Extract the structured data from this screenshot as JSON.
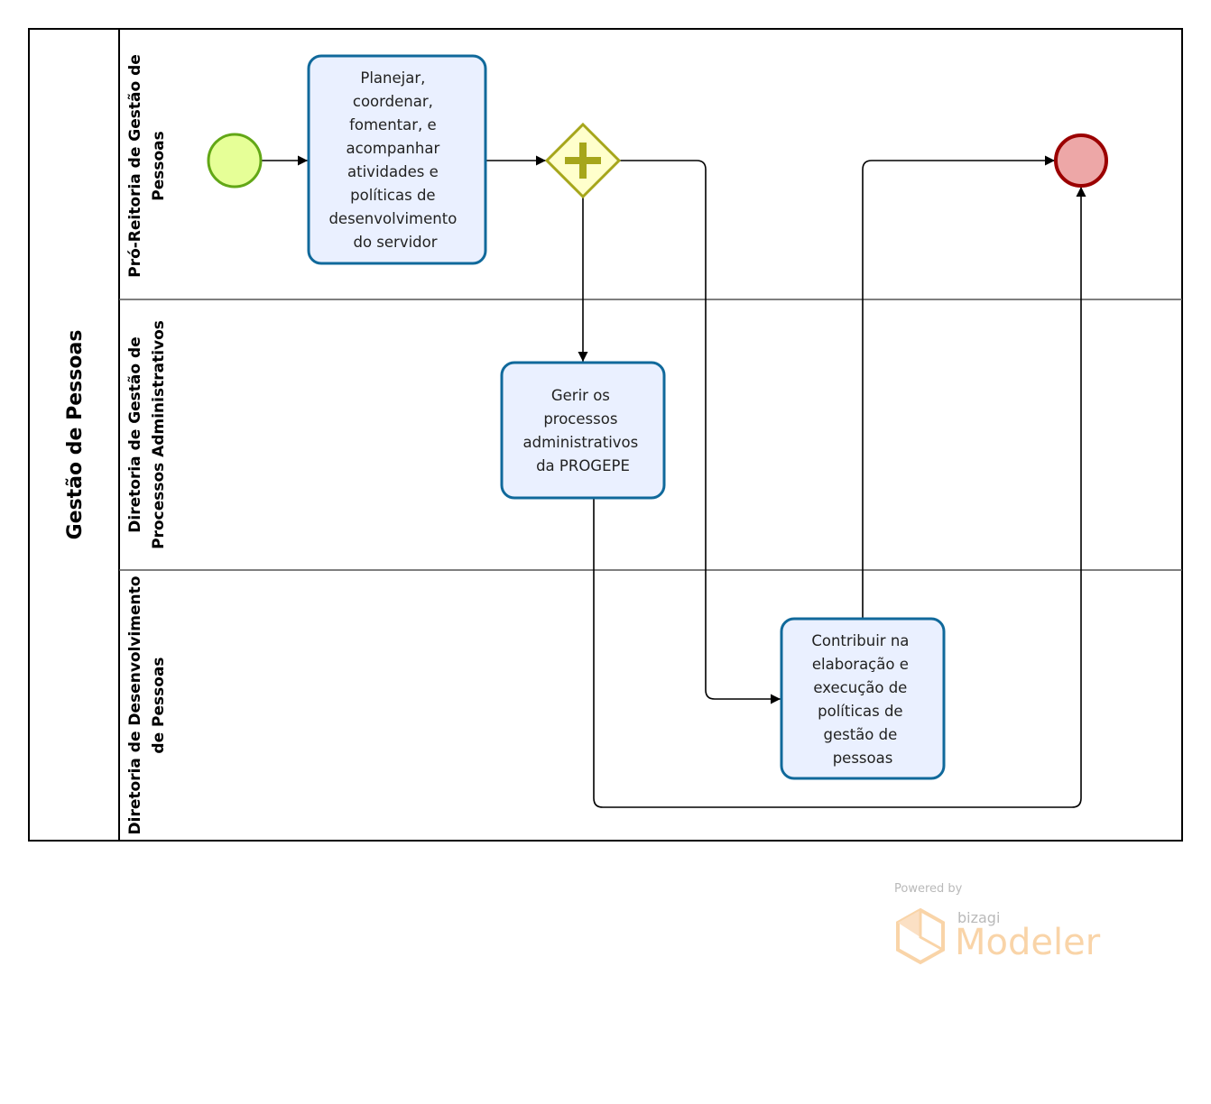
{
  "pool": {
    "title": "Gestão de Pessoas"
  },
  "lanes": [
    {
      "lines": [
        "Pró-Reitoria de Gestão de",
        "Pessoas"
      ]
    },
    {
      "lines": [
        "Diretoria de Gestão de",
        "Processos Administrativos"
      ]
    },
    {
      "lines": [
        "Diretoria de Desenvolvimento",
        "de Pessoas"
      ]
    }
  ],
  "tasks": [
    {
      "lines": [
        "Planejar,",
        "coordenar,",
        "fomentar, e",
        "acompanhar",
        "atividades e",
        "políticas de",
        "desenvolvimento",
        "do servidor"
      ]
    },
    {
      "lines": [
        "Gerir os",
        "processos",
        "administrativos",
        "da PROGEPE"
      ]
    },
    {
      "lines": [
        "Contribuir na",
        "elaboração e",
        "execução de",
        "políticas de",
        "gestão de",
        "pessoas"
      ]
    }
  ],
  "events": {
    "start": "start-event",
    "end": "end-event"
  },
  "gateway": {
    "type": "parallel",
    "icon": "plus-icon"
  },
  "colors": {
    "task_fill": "#eaf0ff",
    "task_stroke": "#10699b",
    "start_fill": "#e6ff97",
    "start_stroke": "#62a716",
    "end_fill": "#eda7a7",
    "end_stroke": "#9b0000",
    "gateway_fill": "#ffffcc",
    "gateway_stroke": "#a6a61b"
  },
  "watermark": {
    "powered": "Powered by",
    "brand": "bizagi",
    "product": "Modeler"
  }
}
